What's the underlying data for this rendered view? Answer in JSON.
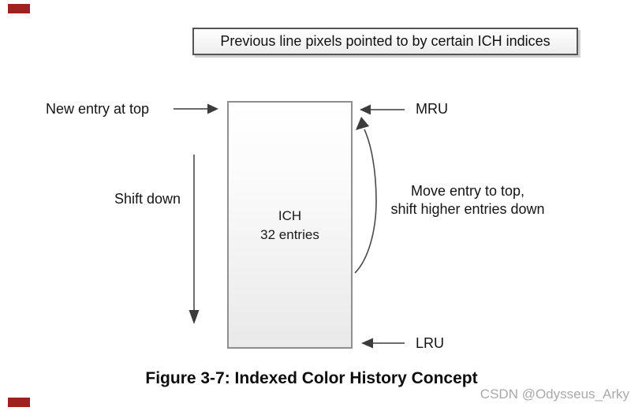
{
  "figure": {
    "top_label": "Previous line pixels pointed to by certain ICH indices",
    "ich_box": {
      "line1": "ICH",
      "line2": "32 entries"
    },
    "labels": {
      "new_entry": "New entry at top",
      "mru": "MRU",
      "lru": "LRU",
      "shift_down": "Shift down",
      "move_entry_line1": "Move entry to top,",
      "move_entry_line2": "shift higher entries down"
    },
    "caption": "Figure 3-7: Indexed Color History Concept",
    "watermark": "CSDN @Odysseus_Arky",
    "colors": {
      "arrow": "#3c3c3c",
      "box_border": "#8f8f8f",
      "top_box_border": "#555555",
      "watermark_gray": "#a9a9a9",
      "corner_mark_red": "#9e2020"
    },
    "icons": [
      "right-arrow-icon",
      "left-arrow-icon",
      "down-arrow-icon",
      "curved-up-arrow-icon"
    ]
  }
}
